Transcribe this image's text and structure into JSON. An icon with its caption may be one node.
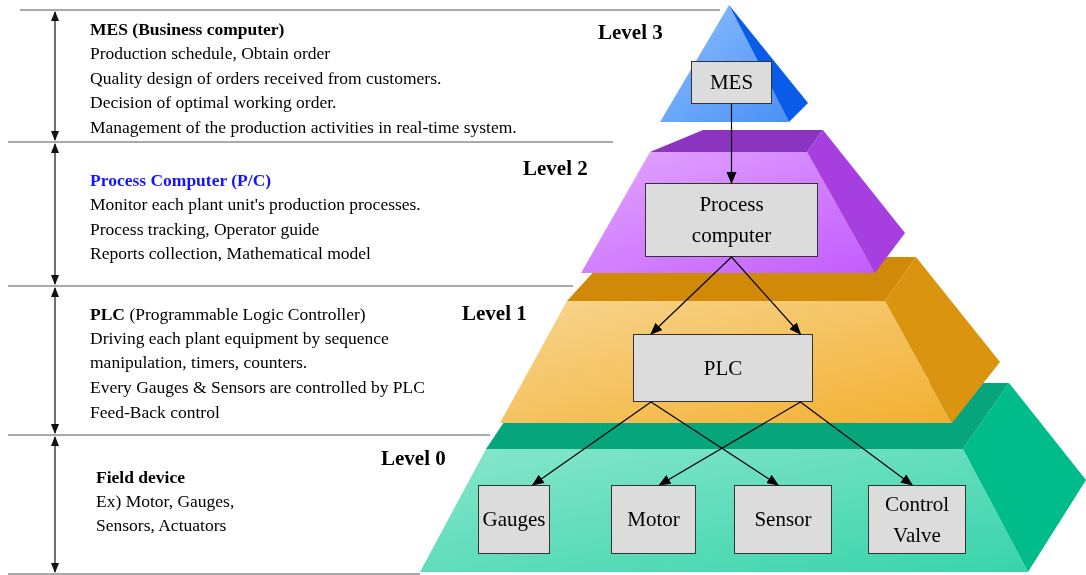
{
  "diagram": {
    "nodes": [
      {
        "text": [
          "Level 3"
        ]
      },
      {
        "text": [
          "MES"
        ],
        "in": 0
      },
      {
        "text": [
          "Level 2"
        ]
      },
      {
        "text": [
          "Process computer"
        ],
        "in": 2
      },
      {
        "text": [
          "Level 1"
        ]
      },
      {
        "text": [
          "PLC"
        ],
        "in": 4
      },
      {
        "text": [
          "Level 0"
        ]
      },
      {
        "text": [
          "Gauges"
        ],
        "in": 6
      },
      {
        "text": [
          "Motor"
        ],
        "in": 6
      },
      {
        "text": [
          "Sensor"
        ],
        "in": 6
      },
      {
        "text": [
          "Control Valve"
        ],
        "in": 6
      }
    ],
    "edges": [
      {
        "from": 1,
        "to": 3,
        "arrow": "to"
      },
      {
        "from": 3,
        "to": 5,
        "arrow": "to"
      },
      {
        "from": 3,
        "to": 5,
        "arrow": "to"
      },
      {
        "from": 5,
        "to": 7,
        "arrow": "to"
      },
      {
        "from": 5,
        "to": 9,
        "arrow": "to"
      },
      {
        "from": 5,
        "to": 8,
        "arrow": "to"
      },
      {
        "from": 5,
        "to": 10,
        "arrow": "to"
      }
    ],
    "labels": [
      "MES (Business computer)",
      "Production schedule, Obtain order",
      "Quality design of orders received from customers.",
      "Decision of optimal working order.",
      "Management of the production activities in real-time system.",
      "Process Computer (P/C)",
      "Monitor each plant unit's production processes.",
      "Process tracking, Operator guide",
      "Reports collection, Mathematical model",
      "**PLC** (Programmable Logic Controller)",
      "Driving each plant equipment by sequence manipulation, timers, counters.",
      "Every Gauges & Sensors are controlled by PLC",
      "Feed-Back control",
      "Field device",
      "Ex) Motor, Gauges, Sensors, Actuators"
    ]
  }
}
